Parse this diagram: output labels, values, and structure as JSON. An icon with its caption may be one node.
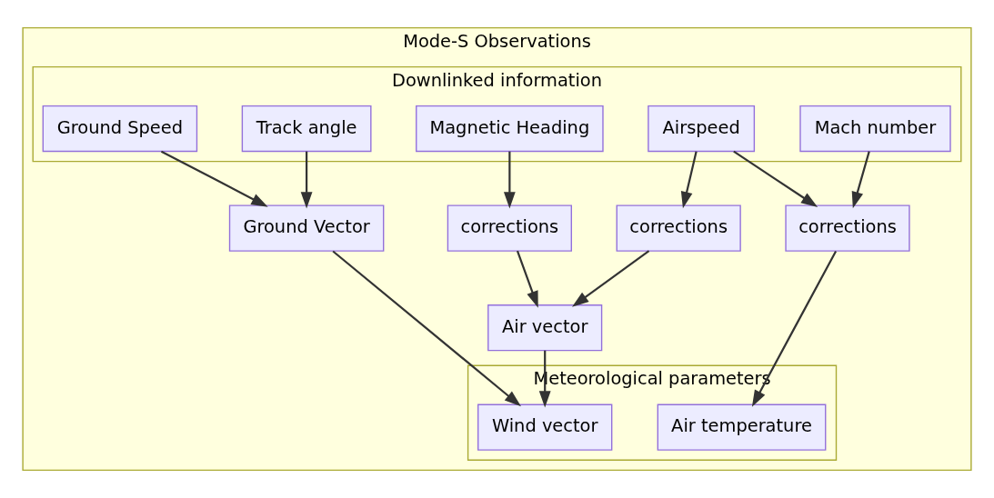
{
  "diagram": {
    "nodes": [
      {
        "text": [
          "Mode-S Observations"
        ]
      },
      {
        "text": [
          "Downlinked information"
        ],
        "in": 0
      },
      {
        "text": [
          "Track angle"
        ],
        "in": 1
      },
      {
        "text": [
          "Ground Speed"
        ],
        "in": 1
      },
      {
        "text": [
          "Magnetic Heading"
        ],
        "in": 1
      },
      {
        "text": [
          "Airspeed"
        ],
        "in": 1
      },
      {
        "text": [
          "Mach number"
        ],
        "in": 1
      },
      {
        "text": [
          "Ground Vector"
        ],
        "in": 0
      },
      {
        "text": [
          "corrections"
        ],
        "in": 0
      },
      {
        "text": [
          "corrections"
        ],
        "in": 0
      },
      {
        "text": [
          "corrections"
        ],
        "in": 0
      },
      {
        "text": [
          "Air vector"
        ],
        "in": 0
      },
      {
        "text": [
          "Meteorological parameters"
        ],
        "in": 0
      },
      {
        "text": [
          "Wind vector"
        ],
        "in": 12
      },
      {
        "text": [
          "Air temperature"
        ],
        "in": 12
      }
    ],
    "edges": [
      {
        "from": 2,
        "to": 7,
        "arrow": "to"
      },
      {
        "from": 3,
        "to": 7,
        "arrow": "to"
      },
      {
        "from": 4,
        "to": 8,
        "arrow": "to"
      },
      {
        "from": 5,
        "to": 9,
        "arrow": "to"
      },
      {
        "from": 5,
        "to": 10,
        "arrow": "to"
      },
      {
        "from": 6,
        "to": 10,
        "arrow": "to"
      },
      {
        "from": 8,
        "to": 11,
        "arrow": "to"
      },
      {
        "from": 9,
        "to": 11,
        "arrow": "to"
      },
      {
        "from": 7,
        "to": 13,
        "arrow": "to"
      },
      {
        "from": 11,
        "to": 13,
        "arrow": "to"
      },
      {
        "from": 10,
        "to": 14,
        "arrow": "to"
      }
    ]
  }
}
